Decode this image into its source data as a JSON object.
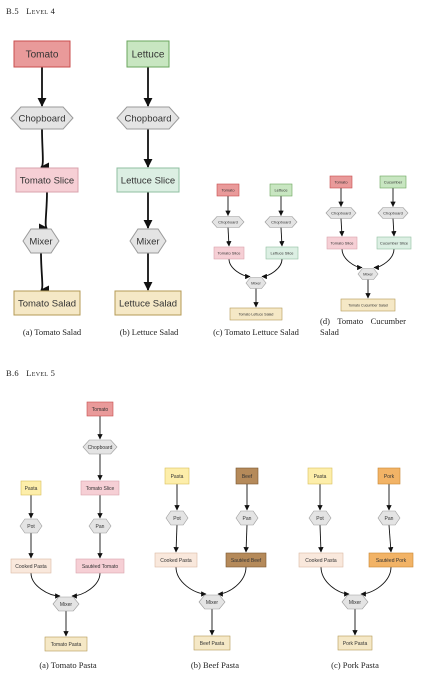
{
  "sections": [
    {
      "id": "B.5",
      "title": "Level 4"
    },
    {
      "id": "B.6",
      "title": "Level 5"
    }
  ],
  "colors": {
    "tomato": "#e99a9a",
    "tomato_stroke": "#c94e4e",
    "lettuce": "#c8e6c1",
    "lettuce_stroke": "#6aa55d",
    "slice_pink": "#f6cfd5",
    "slice_green": "#dcefe3",
    "cream": "#f5e8c6",
    "cream_stroke": "#b49a55",
    "pasta": "#fdeeaa",
    "pasta_stroke": "#d9c05a",
    "beef": "#b58a5a",
    "pork": "#f2b366",
    "cooked": "#f9e8dc",
    "tool": "#e4e4e4",
    "tool_stroke": "#9a9a9a"
  },
  "diagrams": [
    {
      "caption": "(a) Tomato Salad",
      "nodes": [
        {
          "label": "Tomato",
          "shape": "rect",
          "fill": "tomato"
        },
        {
          "label": "Chopboard",
          "shape": "hex",
          "fill": "tool"
        },
        {
          "label": "Tomato Slice",
          "shape": "rect",
          "fill": "slice_pink"
        },
        {
          "label": "Mixer",
          "shape": "hex",
          "fill": "tool"
        },
        {
          "label": "Tomato Salad",
          "shape": "rect",
          "fill": "cream"
        }
      ]
    },
    {
      "caption": "(b) Lettuce Salad",
      "nodes": [
        {
          "label": "Lettuce",
          "shape": "rect",
          "fill": "lettuce"
        },
        {
          "label": "Chopboard",
          "shape": "hex",
          "fill": "tool"
        },
        {
          "label": "Lettuce Slice",
          "shape": "rect",
          "fill": "slice_green"
        },
        {
          "label": "Mixer",
          "shape": "hex",
          "fill": "tool"
        },
        {
          "label": "Lettuce Salad",
          "shape": "rect",
          "fill": "cream"
        }
      ]
    },
    {
      "caption": "(c) Tomato Lettuce Salad",
      "nodes": [
        {
          "label": "Tomato",
          "shape": "rect",
          "fill": "tomato"
        },
        {
          "label": "Lettuce",
          "shape": "rect",
          "fill": "lettuce"
        },
        {
          "label": "Chopboard",
          "shape": "hex",
          "fill": "tool"
        },
        {
          "label": "Chopboard",
          "shape": "hex",
          "fill": "tool"
        },
        {
          "label": "Tomato Slice",
          "shape": "rect",
          "fill": "slice_pink"
        },
        {
          "label": "Lettuce Slice",
          "shape": "rect",
          "fill": "slice_green"
        },
        {
          "label": "Mixer",
          "shape": "hex",
          "fill": "tool"
        },
        {
          "label": "Tomato Lettuce Salad",
          "shape": "rect",
          "fill": "cream"
        }
      ]
    },
    {
      "caption": "(d) Tomato Cucumber Salad",
      "nodes": [
        {
          "label": "Tomato",
          "shape": "rect",
          "fill": "tomato"
        },
        {
          "label": "Cucumber",
          "shape": "rect",
          "fill": "lettuce"
        },
        {
          "label": "Chopboard",
          "shape": "hex",
          "fill": "tool"
        },
        {
          "label": "Chopboard",
          "shape": "hex",
          "fill": "tool"
        },
        {
          "label": "Tomato Slice",
          "shape": "rect",
          "fill": "slice_pink"
        },
        {
          "label": "Cucumber Slice",
          "shape": "rect",
          "fill": "slice_green"
        },
        {
          "label": "Mixer",
          "shape": "hex",
          "fill": "tool"
        },
        {
          "label": "Tomato Cucumber Salad",
          "shape": "rect",
          "fill": "cream"
        }
      ]
    },
    {
      "caption": "(a) Tomato Pasta",
      "nodes": [
        {
          "label": "Tomato",
          "shape": "rect",
          "fill": "tomato"
        },
        {
          "label": "Chopboard",
          "shape": "hex",
          "fill": "tool"
        },
        {
          "label": "Pasta",
          "shape": "rect",
          "fill": "pasta"
        },
        {
          "label": "Tomato Slice",
          "shape": "rect",
          "fill": "slice_pink"
        },
        {
          "label": "Pot",
          "shape": "hex",
          "fill": "tool"
        },
        {
          "label": "Pan",
          "shape": "hex",
          "fill": "tool"
        },
        {
          "label": "Cooked Pasta",
          "shape": "rect",
          "fill": "cooked"
        },
        {
          "label": "Sautéed Tomato",
          "shape": "rect",
          "fill": "slice_pink"
        },
        {
          "label": "Mixer",
          "shape": "hex",
          "fill": "tool"
        },
        {
          "label": "Tomato Pasta",
          "shape": "rect",
          "fill": "cream"
        }
      ]
    },
    {
      "caption": "(b) Beef Pasta",
      "nodes": [
        {
          "label": "Pasta",
          "shape": "rect",
          "fill": "pasta"
        },
        {
          "label": "Beef",
          "shape": "rect",
          "fill": "beef"
        },
        {
          "label": "Pot",
          "shape": "hex",
          "fill": "tool"
        },
        {
          "label": "Pan",
          "shape": "hex",
          "fill": "tool"
        },
        {
          "label": "Cooked Pasta",
          "shape": "rect",
          "fill": "cooked"
        },
        {
          "label": "Sautéed Beef",
          "shape": "rect",
          "fill": "beef"
        },
        {
          "label": "Mixer",
          "shape": "hex",
          "fill": "tool"
        },
        {
          "label": "Beef Pasta",
          "shape": "rect",
          "fill": "cream"
        }
      ]
    },
    {
      "caption": "(c) Pork Pasta",
      "nodes": [
        {
          "label": "Pasta",
          "shape": "rect",
          "fill": "pasta"
        },
        {
          "label": "Pork",
          "shape": "rect",
          "fill": "pork"
        },
        {
          "label": "Pot",
          "shape": "hex",
          "fill": "tool"
        },
        {
          "label": "Pan",
          "shape": "hex",
          "fill": "tool"
        },
        {
          "label": "Cooked Pasta",
          "shape": "rect",
          "fill": "cooked"
        },
        {
          "label": "Sautéed Pork",
          "shape": "rect",
          "fill": "pork"
        },
        {
          "label": "Mixer",
          "shape": "hex",
          "fill": "tool"
        },
        {
          "label": "Pork Pasta",
          "shape": "rect",
          "fill": "cream"
        }
      ]
    }
  ]
}
